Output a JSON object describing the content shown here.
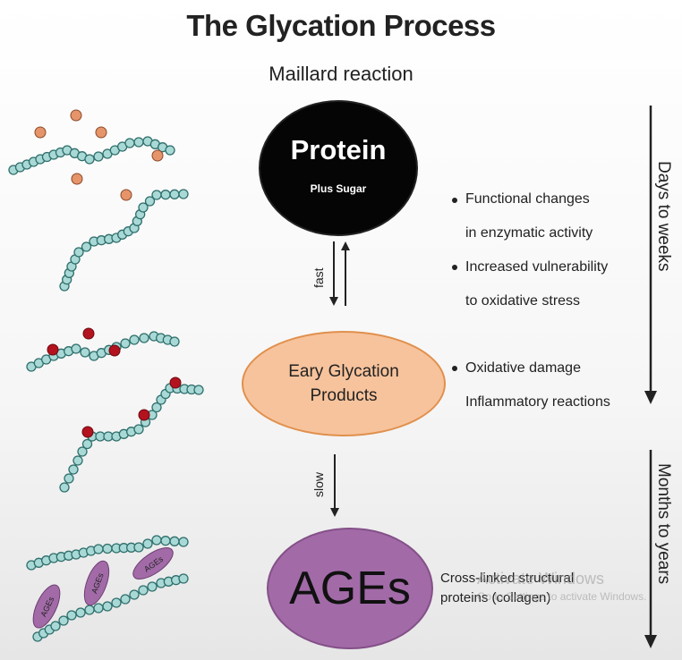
{
  "title": "The Glycation Process",
  "subtitle": "Maillard reaction",
  "nodes": {
    "protein": {
      "label": "Protein",
      "sublabel": "Plus Sugar",
      "color": "#050505"
    },
    "early": {
      "label_line1": "Eary Glycation",
      "label_line2": "Products",
      "color": "#f7c39c"
    },
    "ages": {
      "label": "AGEs",
      "color": "#a26ba8"
    }
  },
  "transitions": {
    "fast": "fast",
    "slow": "slow"
  },
  "effects": {
    "protein": [
      {
        "line1": "Functional changes",
        "line2": "in enzymatic activity"
      },
      {
        "line1": "Increased vulnerability",
        "line2": "to oxidative stress"
      }
    ],
    "early": {
      "line1": "Oxidative damage",
      "line2": "Inflammatory reactions"
    },
    "ages": {
      "line1": "Cross-linked structural",
      "line2": "proteins (collagen)"
    }
  },
  "timeline": {
    "upper": "Days to weeks",
    "lower": "Months to years"
  },
  "chain_labels": [
    "AGEs",
    "AGEs",
    "AGEs"
  ],
  "watermark": {
    "line1": "Activate Windows",
    "line2": "Go to Settings to activate Windows."
  },
  "colors": {
    "chain_fill": "#a9d9d6",
    "chain_stroke": "#2f6f6c",
    "sugar_light": "#e6946a",
    "sugar_dark": "#b3121f",
    "ages_oval": "#a26ba8"
  }
}
